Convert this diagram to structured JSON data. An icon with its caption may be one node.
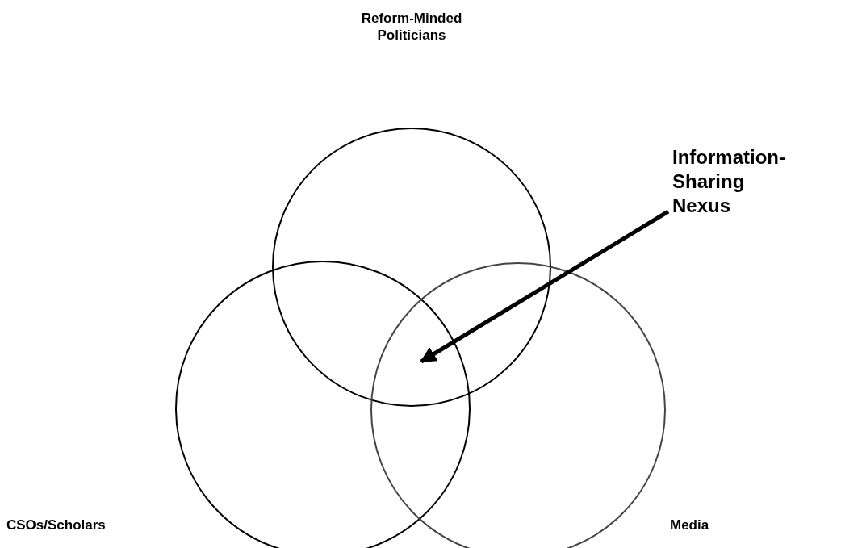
{
  "diagram": {
    "nodes": [
      {
        "text": [],
        "shape": "circle"
      },
      {
        "text": [],
        "shape": "circle"
      },
      {
        "text": [],
        "shape": "circle"
      },
      {
        "text": [
          "Information-Sharing Nexus"
        ]
      }
    ],
    "edges": [
      {
        "from": 3,
        "to": 0,
        "arrow": "to"
      }
    ],
    "labels": [
      "Reform-Minded Politicians",
      "CSOs/Scholars",
      "Media"
    ]
  }
}
